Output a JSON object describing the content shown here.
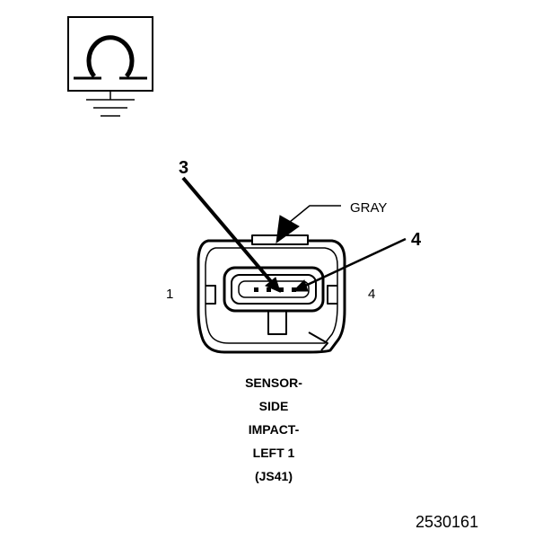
{
  "colors": {
    "ink": "#000000",
    "paper": "#ffffff"
  },
  "icon": {
    "name": "ohmmeter-ground-icon"
  },
  "labels": {
    "color_label": "GRAY",
    "pin_left": "1",
    "pin_right": "4",
    "callout_a": "3",
    "callout_b": "4"
  },
  "caption": [
    "SENSOR-",
    "SIDE",
    "IMPACT-",
    "LEFT 1",
    "(JS41)"
  ],
  "figure_number": "2530161"
}
